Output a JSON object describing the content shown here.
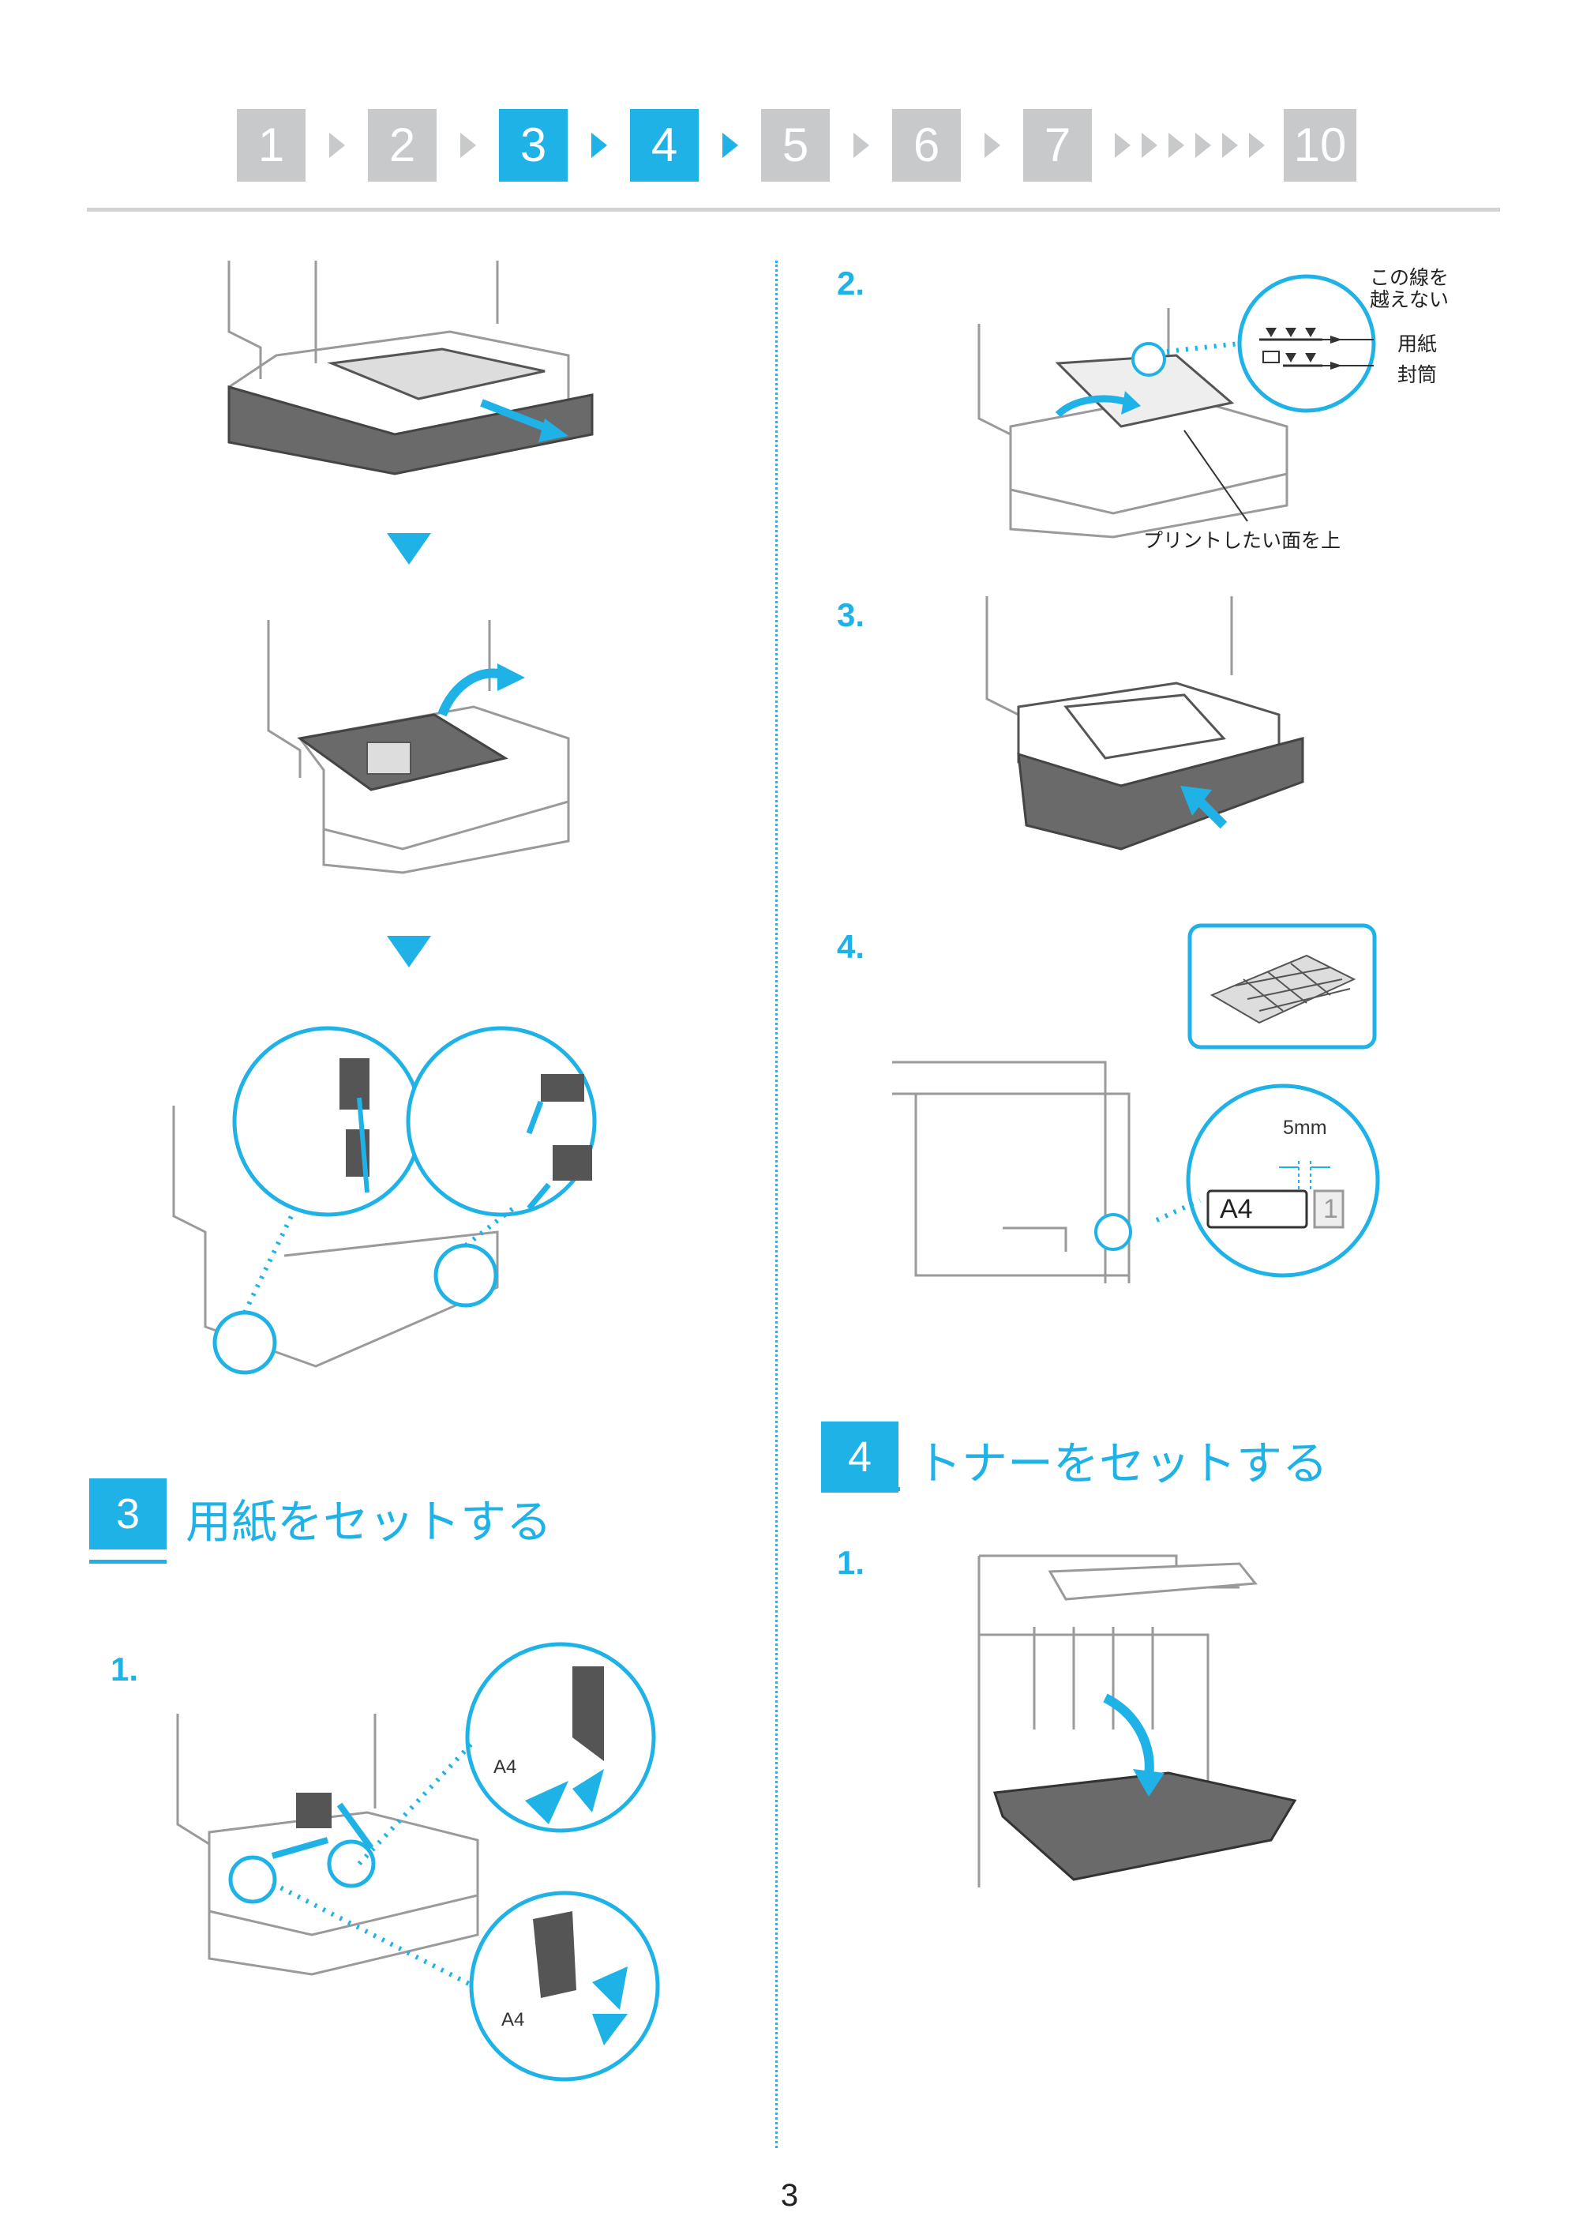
{
  "steps": [
    {
      "label": "1",
      "active": false
    },
    {
      "label": "2",
      "active": false
    },
    {
      "label": "3",
      "active": true
    },
    {
      "label": "4",
      "active": true
    },
    {
      "label": "5",
      "active": false
    },
    {
      "label": "6",
      "active": false
    },
    {
      "label": "7",
      "active": false
    },
    {
      "label": "10",
      "active": false
    }
  ],
  "section3": {
    "number": "3",
    "title": "用紙をセットする",
    "step1": "1."
  },
  "section4": {
    "number": "4",
    "title": "トナーをセットする",
    "step1": "1."
  },
  "right_steps": {
    "step2": "2.",
    "step3": "3.",
    "step4": "4."
  },
  "labels": {
    "limit_line": "この線を\n越えない",
    "paper": "用紙",
    "envelope": "封筒",
    "print_side_up": "プリントしたい面を上",
    "size_mm": "5mm",
    "size_label": "A4",
    "tray_number": "1",
    "guide_a4_top": "A4",
    "guide_a4_bottom": "A4"
  },
  "page_number": "3",
  "colors": {
    "accent": "#1fb2e6",
    "inactive_step": "#c8c9ca",
    "line_art": "#9a9a9a",
    "dark_part": "#555555"
  }
}
